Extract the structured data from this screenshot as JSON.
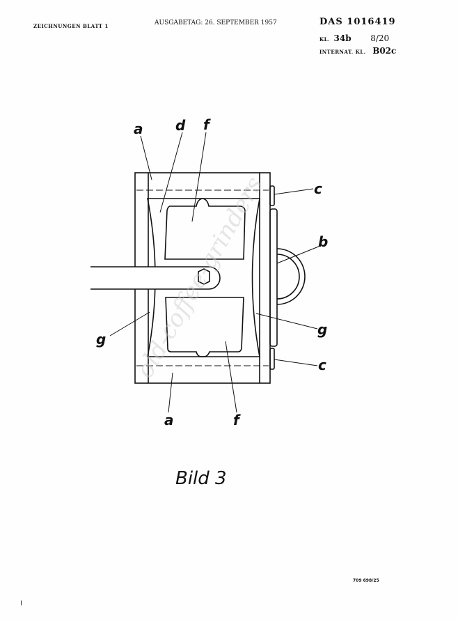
{
  "header": {
    "sheet": "ZEICHNUNGEN BLATT 1",
    "issue_date": "AUSGABETAG: 26. SEPTEMBER 1957",
    "patent_number": "DAS 1016419",
    "class_label": "KL.",
    "class_value": "34b",
    "class_sub": "8/20",
    "intl_class_label": "INTERNAT. KL.",
    "intl_class_value": "B02c"
  },
  "figure": {
    "labels": {
      "a_top": "a",
      "d": "d",
      "f_top": "f",
      "c_top": "c",
      "b": "b",
      "g_left": "g",
      "g_right": "g",
      "c_bottom": "c",
      "a_bottom": "a",
      "f_bottom": "f"
    },
    "caption": "Bild 3",
    "watermark": "old-coffee-grinders"
  },
  "footer": {
    "print_code": "709 698/25"
  }
}
